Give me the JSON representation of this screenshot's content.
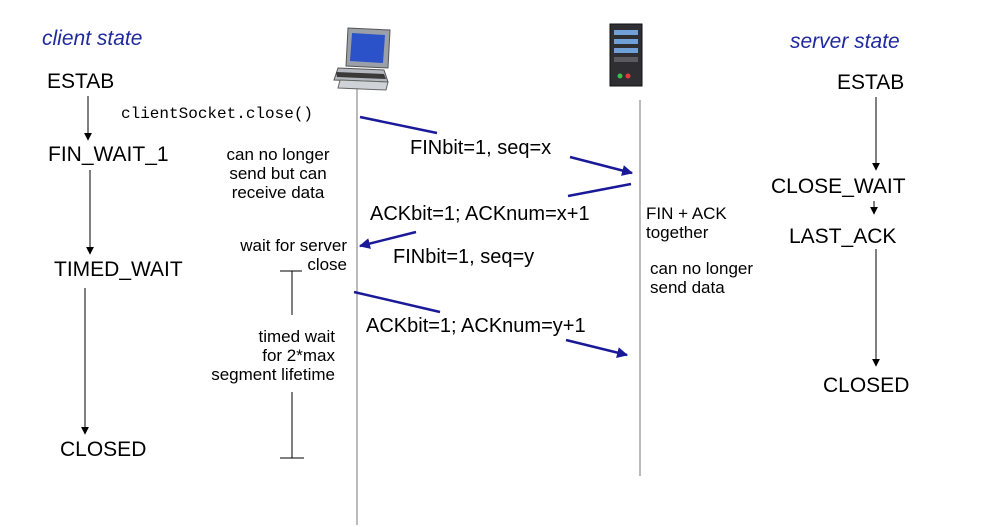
{
  "colors": {
    "header": "#1f2a9e",
    "arrow": "#1a1a99",
    "line": "#000000",
    "timeline": "#777777"
  },
  "client": {
    "header": "client state",
    "icon": "desktop-computer-icon",
    "states": [
      "ESTAB",
      "FIN_WAIT_1",
      "TIMED_WAIT",
      "CLOSED"
    ],
    "call": "clientSocket.close()",
    "notes": {
      "no_send": [
        "can no longer",
        "send but can",
        "receive data"
      ],
      "wait_server": [
        "wait for server",
        "close"
      ],
      "timed_wait": [
        "timed wait",
        "for 2*max",
        "segment lifetime"
      ]
    }
  },
  "server": {
    "header": "server state",
    "icon": "server-tower-icon",
    "states": [
      "ESTAB",
      "CLOSE_WAIT",
      "LAST_ACK",
      "CLOSED"
    ],
    "notes": {
      "fin_ack": [
        "FIN + ACK",
        "together"
      ],
      "no_send": [
        "can no longer",
        "send data"
      ]
    }
  },
  "messages": [
    "FINbit=1, seq=x",
    "ACKbit=1; ACKnum=x+1",
    "FINbit=1, seq=y",
    "ACKbit=1; ACKnum=y+1"
  ]
}
